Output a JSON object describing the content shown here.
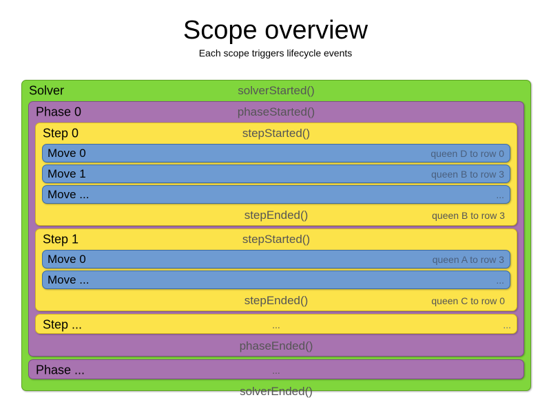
{
  "header": {
    "title": "Scope overview",
    "subtitle": "Each scope triggers lifecycle events"
  },
  "colors": {
    "solver": "#80D63C",
    "phase": "#A873B0",
    "step": "#FCE34A",
    "move": "#6E9BD2",
    "label_text": "#000000",
    "event_text": "#555555",
    "background": "#FFFFFF"
  },
  "solver": {
    "label": "Solver",
    "started_event": "solverStarted()",
    "ended_event": "solverEnded()",
    "phases": [
      {
        "label": "Phase 0",
        "started_event": "phaseStarted()",
        "ended_event": "phaseEnded()",
        "steps": [
          {
            "label": "Step 0",
            "started_event": "stepStarted()",
            "ended_event": "stepEnded()",
            "ended_detail": "queen B to row 3",
            "moves": [
              {
                "label": "Move 0",
                "detail": "queen D to row 0"
              },
              {
                "label": "Move 1",
                "detail": "queen B to row 3"
              },
              {
                "label": "Move ...",
                "detail": "..."
              }
            ]
          },
          {
            "label": "Step 1",
            "started_event": "stepStarted()",
            "ended_event": "stepEnded()",
            "ended_detail": "queen C to row 0",
            "moves": [
              {
                "label": "Move 0",
                "detail": "queen A to row 3"
              },
              {
                "label": "Move ...",
                "detail": "..."
              }
            ]
          }
        ],
        "ellipsis_step": {
          "label": "Step ...",
          "started_event": "...",
          "detail": "..."
        }
      }
    ],
    "ellipsis_phase": {
      "label": "Phase ...",
      "started_event": "...",
      "detail": ""
    }
  }
}
